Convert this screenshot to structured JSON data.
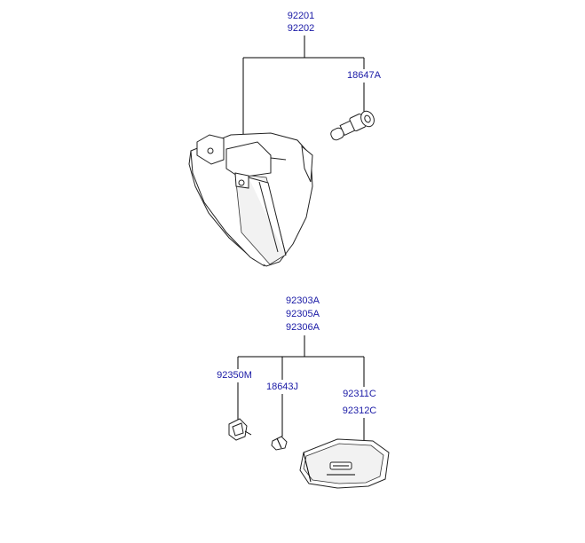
{
  "labels": {
    "fog_lamp_assy_1": "92201",
    "fog_lamp_assy_2": "92202",
    "fog_bulb": "18647A",
    "side_repeater_1": "92303A",
    "side_repeater_2": "92305A",
    "side_repeater_3": "92306A",
    "socket": "92350M",
    "wedge_bulb": "18643J",
    "lens_1": "92311C",
    "lens_2": "92312C"
  },
  "colors": {
    "label": "#1a1aa6",
    "line": "#000000"
  }
}
